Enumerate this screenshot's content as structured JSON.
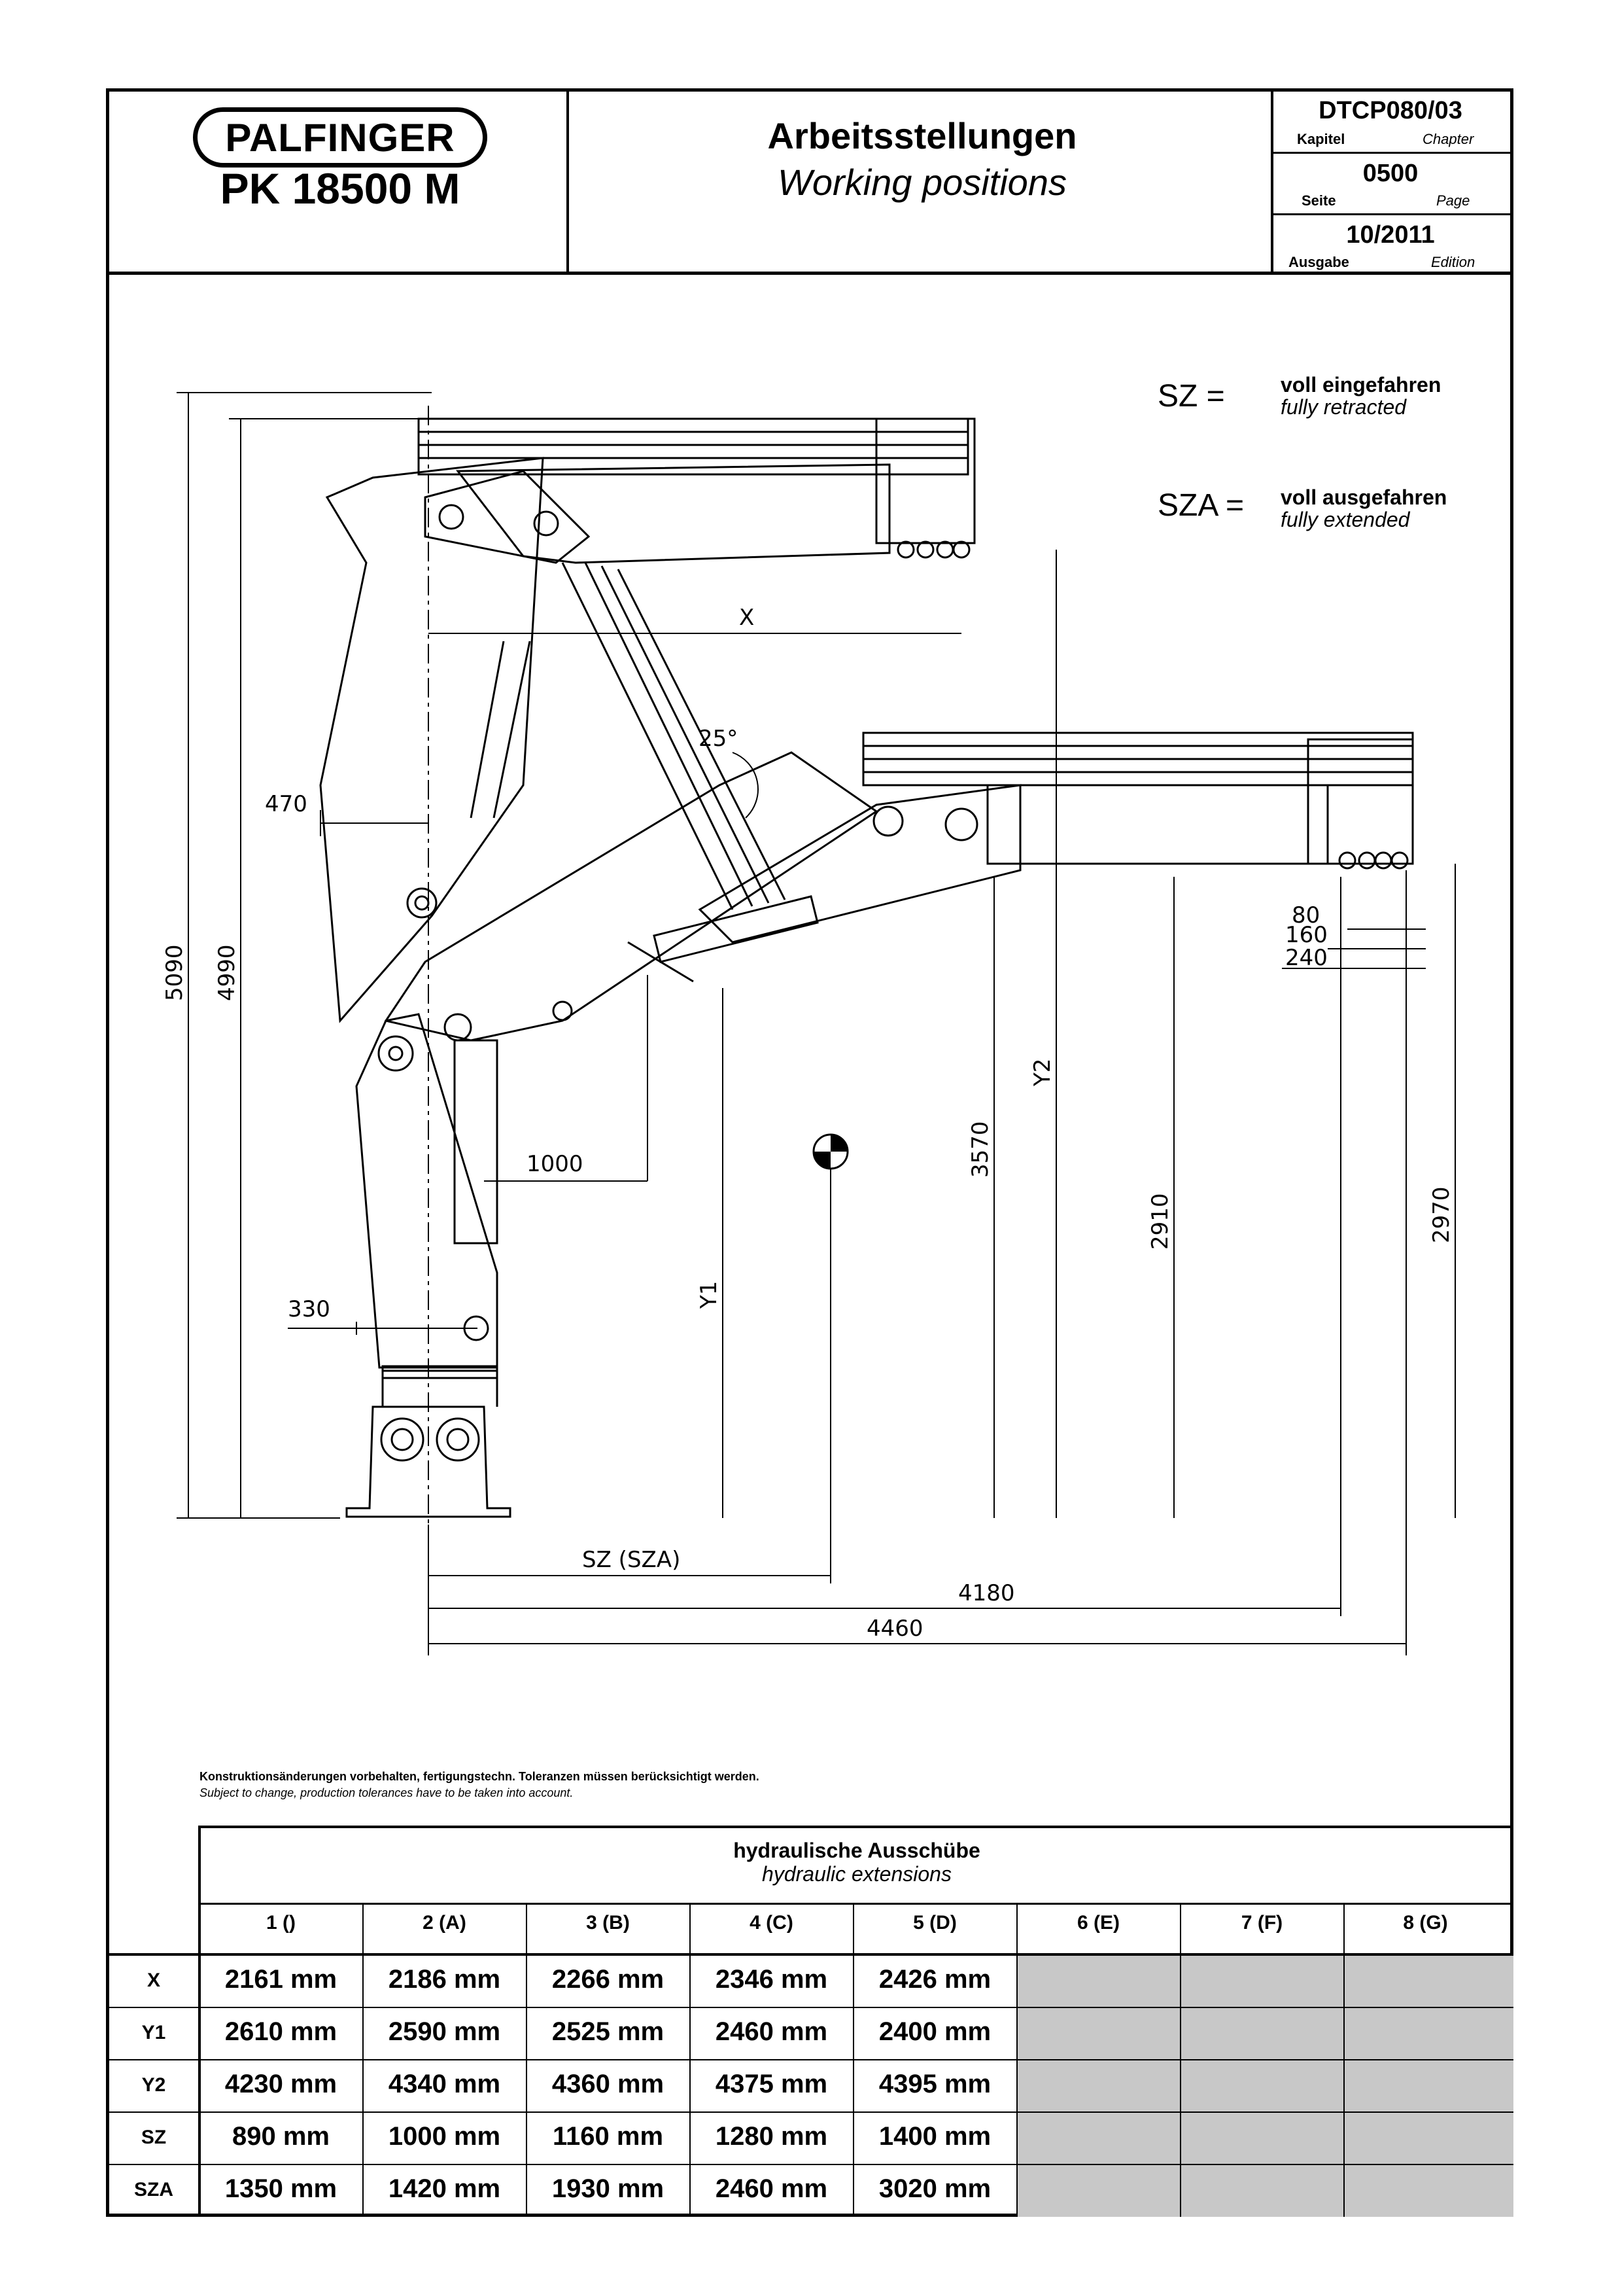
{
  "header": {
    "brand": "PALFINGER",
    "model": "PK 18500 M",
    "title_de": "Arbeitsstellungen",
    "title_en": "Working positions",
    "chapter_value": "DTCP080/03",
    "chapter_de": "Kapitel",
    "chapter_en": "Chapter",
    "page_value": "0500",
    "page_de": "Seite",
    "page_en": "Page",
    "edition_value": "10/2011",
    "edition_de": "Ausgabe",
    "edition_en": "Edition"
  },
  "legend": [
    {
      "key": "SZ =",
      "de": "voll eingefahren",
      "en": "fully retracted"
    },
    {
      "key": "SZA =",
      "de": "voll ausgefahren",
      "en": "fully extended"
    }
  ],
  "drawing": {
    "dims": {
      "h5090": "5090",
      "h4990": "4990",
      "d470": "470",
      "d1000": "1000",
      "d330": "330",
      "x": "X",
      "y1": "Y1",
      "y2": "Y2",
      "h3570": "3570",
      "h2910": "2910",
      "h2970": "2970",
      "d80": "80",
      "d160": "160",
      "d240": "240",
      "angle": "25°",
      "sz_sza": "SZ (SZA)",
      "d4180": "4180",
      "d4460": "4460"
    }
  },
  "notice": {
    "de": "Konstruktionsänderungen vorbehalten, fertigungstechn. Toleranzen müssen berücksichtigt werden.",
    "en": "Subject to change, production tolerances have to be taken into account."
  },
  "table": {
    "title_de": "hydraulische Ausschübe",
    "title_en": "hydraulic extensions",
    "columns": [
      "1 ()",
      "2 (A)",
      "3 (B)",
      "4 (C)",
      "5 (D)",
      "6 (E)",
      "7 (F)",
      "8 (G)"
    ],
    "rows": [
      {
        "label": "X",
        "values": [
          "2161 mm",
          "2186 mm",
          "2266 mm",
          "2346 mm",
          "2426 mm",
          "",
          "",
          ""
        ]
      },
      {
        "label": "Y1",
        "values": [
          "2610 mm",
          "2590 mm",
          "2525 mm",
          "2460 mm",
          "2400 mm",
          "",
          "",
          ""
        ]
      },
      {
        "label": "Y2",
        "values": [
          "4230 mm",
          "4340 mm",
          "4360 mm",
          "4375 mm",
          "4395 mm",
          "",
          "",
          ""
        ]
      },
      {
        "label": "SZ",
        "values": [
          "890 mm",
          "1000 mm",
          "1160 mm",
          "1280 mm",
          "1400 mm",
          "",
          "",
          ""
        ]
      },
      {
        "label": "SZA",
        "values": [
          "1350 mm",
          "1420 mm",
          "1930 mm",
          "2460 mm",
          "3020 mm",
          "",
          "",
          ""
        ]
      }
    ]
  }
}
